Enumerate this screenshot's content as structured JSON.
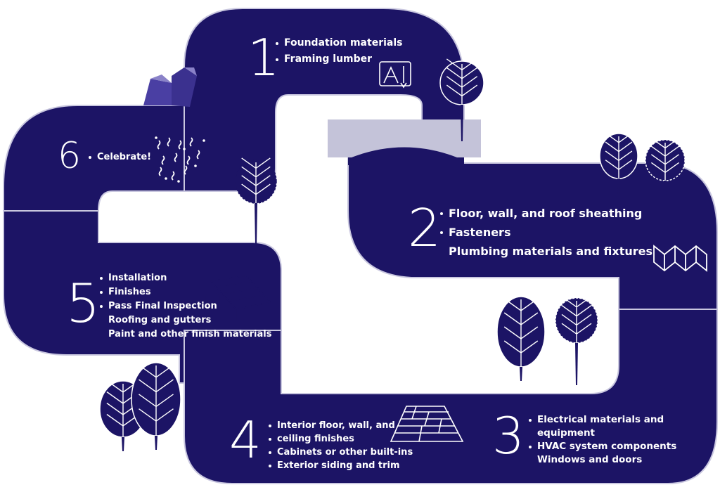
{
  "colors": {
    "road": "#1c1465",
    "road_edge": "#c9c7df",
    "bridge": "#c4c3d9",
    "tree": "#1c1465",
    "rock": "#4a3fa3",
    "line": "#ffffff"
  },
  "icons": {
    "step1": "blueprint-icon",
    "step2": "sheathing-icon",
    "step3": "house-hammer-icon",
    "step4": "flooring-icon",
    "step5": "solar-roof-icon",
    "step6": "confetti-icon"
  },
  "steps": [
    {
      "num": "1",
      "items": [
        {
          "text": "Foundation materials",
          "bullet": true
        },
        {
          "text": "Framing lumber",
          "bullet": true
        }
      ]
    },
    {
      "num": "2",
      "items": [
        {
          "text": "Floor, wall, and roof sheathing",
          "bullet": true
        },
        {
          "text": "Fasteners",
          "bullet": true
        },
        {
          "text": "Plumbing materials and fixtures",
          "bullet": false
        }
      ]
    },
    {
      "num": "3",
      "items": [
        {
          "text": "Electrical materials and",
          "bullet": true
        },
        {
          "text": "equipment",
          "bullet": false
        },
        {
          "text": "HVAC system components",
          "bullet": true
        },
        {
          "text": "Windows and doors",
          "bullet": false
        }
      ]
    },
    {
      "num": "4",
      "items": [
        {
          "text": "Interior floor, wall, and",
          "bullet": true
        },
        {
          "text": "ceiling finishes",
          "bullet": true
        },
        {
          "text": "Cabinets or other built-ins",
          "bullet": true
        },
        {
          "text": "Exterior siding and trim",
          "bullet": true
        }
      ]
    },
    {
      "num": "5",
      "items": [
        {
          "text": "Installation",
          "bullet": true
        },
        {
          "text": "Finishes",
          "bullet": true
        },
        {
          "text": "Pass Final Inspection",
          "bullet": true
        },
        {
          "text": "Roofing and gutters",
          "bullet": false
        },
        {
          "text": "Paint and other finish materials",
          "bullet": false
        }
      ]
    },
    {
      "num": "6",
      "items": [
        {
          "text": "Celebrate!",
          "bullet": true
        }
      ]
    }
  ]
}
